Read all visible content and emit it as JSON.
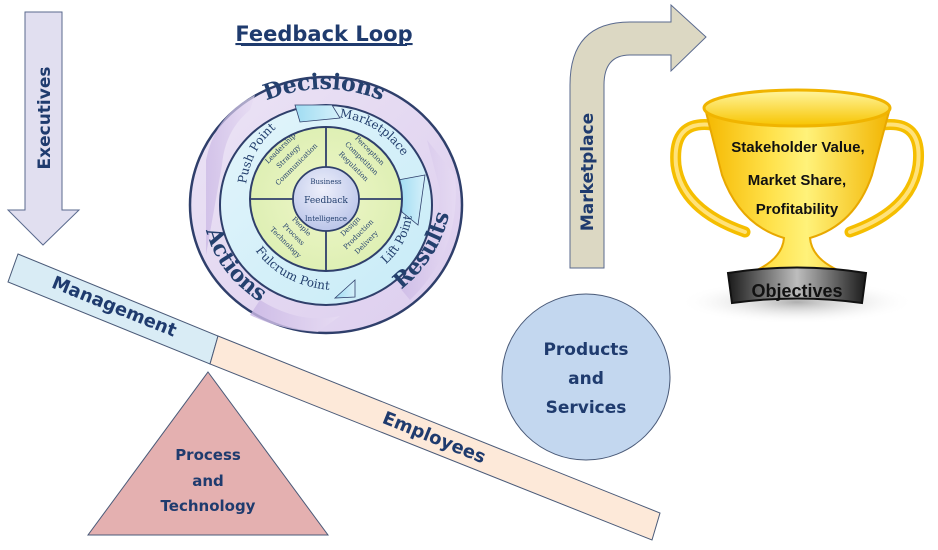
{
  "title": "Feedback Loop",
  "executives_arrow": {
    "label": "Executives"
  },
  "marketplace_arrow": {
    "label": "Marketplace"
  },
  "feedback_wheel": {
    "outer_ring": {
      "top": "Decisions",
      "right": "Results",
      "left": "Actions"
    },
    "middle_ring": {
      "top_right": "Marketplace",
      "top_left": "Push Point",
      "right": "Lift Point",
      "bottom": "Fulcrum Point"
    },
    "quadrants": {
      "top_left": [
        "Leadership",
        "Strategy",
        "Communication"
      ],
      "top_right": [
        "Perception",
        "Competition",
        "Regulation"
      ],
      "bottom_left": [
        "People",
        "Process",
        "Technology"
      ],
      "bottom_right": [
        "Design",
        "Production",
        "Delivery"
      ]
    },
    "center": {
      "top": "Business",
      "middle": "Feedback",
      "bottom": "Intelligence"
    }
  },
  "seesaw": {
    "left_label": "Management",
    "right_label": "Employees"
  },
  "fulcrum": {
    "lines": [
      "Process",
      "and",
      "Technology"
    ]
  },
  "products": {
    "lines": [
      "Products",
      "and",
      "Services"
    ]
  },
  "trophy": {
    "lines": [
      "Stakeholder Value,",
      "Market Share,",
      "Profitability"
    ],
    "base_label": "Objectives"
  },
  "colors": {
    "text_navy": "#1f3b6e",
    "exec_arrow_fill": "#e1dff0",
    "marketplace_arrow_fill": "#dcd8c3",
    "management_fill": "#d9ecf5",
    "employees_fill": "#fde9d9",
    "fulcrum_fill": "#e4b0b0",
    "products_fill": "#c3d7ef",
    "trophy_gold": "#ffd700"
  }
}
